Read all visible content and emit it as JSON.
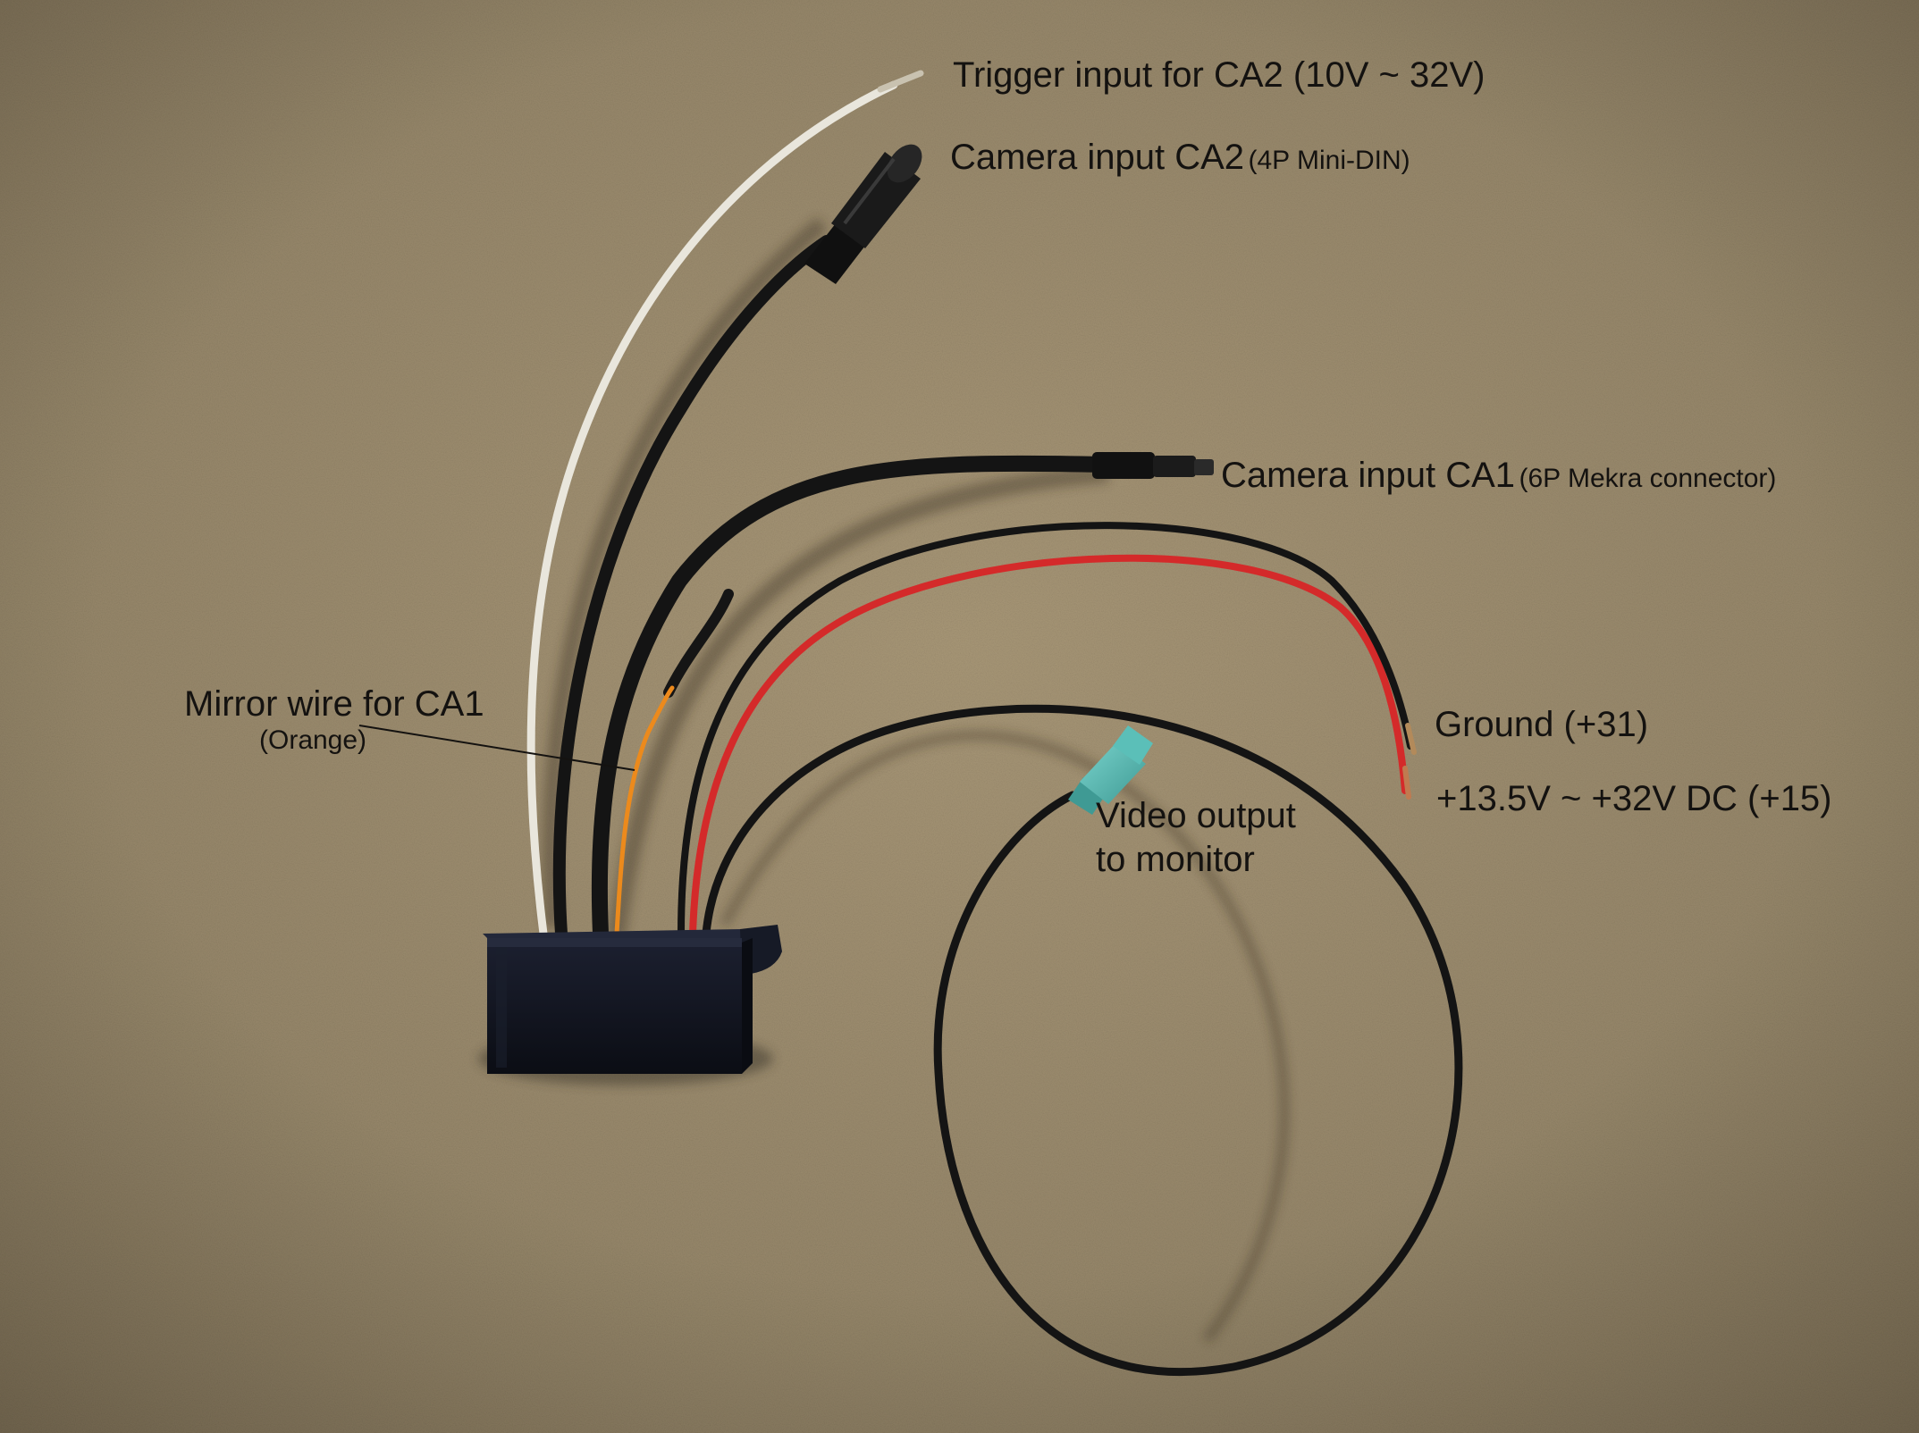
{
  "colors": {
    "cardboard": "#9a8b6c",
    "label_text": "#141210",
    "cable_black": "#141414",
    "wire_white": "#e9e6dc",
    "wire_red": "#d42a2a",
    "wire_orange": "#ec8a1c",
    "connector_teal": "#5bbfb8"
  },
  "labels": {
    "trigger": "Trigger input for CA2 (10V ~ 32V)",
    "ca2_main": "Camera input CA2",
    "ca2_sub": "(4P Mini-DIN)",
    "ca1_main": "Camera input CA1",
    "ca1_sub": "(6P Mekra connector)",
    "mirror_main": "Mirror wire for CA1",
    "mirror_sub": "(Orange)",
    "ground": "Ground (+31)",
    "power": "+13.5V ~ +32V DC (+15)",
    "video_line1": "Video output",
    "video_line2": "to monitor"
  }
}
